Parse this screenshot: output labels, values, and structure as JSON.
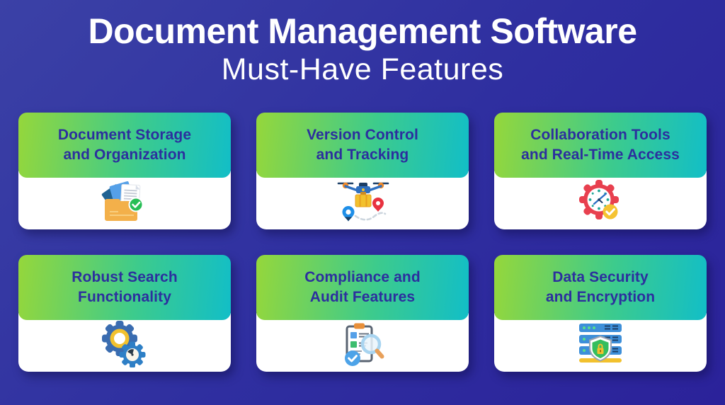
{
  "header": {
    "title_line1": "Document Management Software",
    "title_line2": "Must-Have Features"
  },
  "cards": [
    {
      "id": "document-storage",
      "lines": [
        "Document Storage",
        "and Organization"
      ],
      "icon": "folder-documents-icon"
    },
    {
      "id": "version-control",
      "lines": [
        "Version Control",
        "and Tracking"
      ],
      "icon": "delivery-drone-tracking-icon"
    },
    {
      "id": "collaboration-tools",
      "lines": [
        "Collaboration Tools",
        "and Real-Time Access"
      ],
      "icon": "gear-clock-icon"
    },
    {
      "id": "robust-search",
      "lines": [
        "Robust Search",
        "Functionality"
      ],
      "icon": "double-gears-icon"
    },
    {
      "id": "compliance-audit",
      "lines": [
        "Compliance and",
        "Audit Features"
      ],
      "icon": "clipboard-magnifier-icon"
    },
    {
      "id": "data-security",
      "lines": [
        "Data Security",
        "and Encryption"
      ],
      "icon": "secure-server-icon"
    }
  ],
  "colors": {
    "background_start": "#3B41A6",
    "background_end": "#2B229A",
    "card_header_gradient_start": "#95D73B",
    "card_header_gradient_end": "#12BEC7",
    "card_title_text": "#2C2F9E",
    "main_title_text": "#FFFFFF",
    "card_body": "#FFFFFF"
  }
}
